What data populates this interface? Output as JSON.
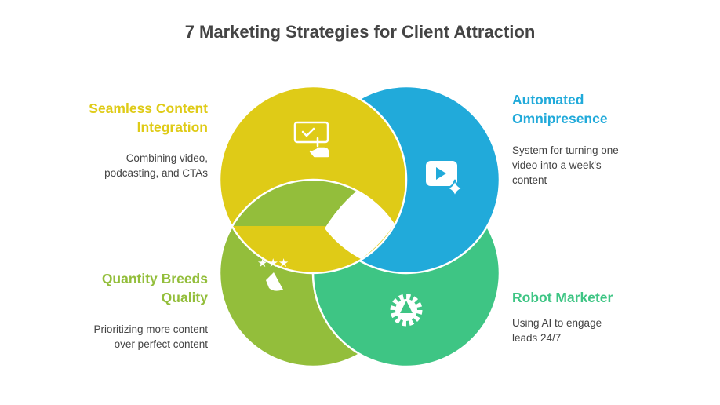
{
  "title": "7 Marketing Strategies for Client Attraction",
  "colors": {
    "yellow": "#DFCB17",
    "blue": "#21AADA",
    "olive": "#93BE3B",
    "green": "#3EC584"
  },
  "items": [
    {
      "title": "Seamless Content Integration",
      "desc": "Combining video, podcasting, and CTAs",
      "icon": "touch-screen-check-icon"
    },
    {
      "title": "Automated Omnipresence",
      "desc": "System for turning one video into a week's content",
      "icon": "video-sparkle-icon"
    },
    {
      "title": "Quantity Breeds Quality",
      "desc": "Prioritizing more content over perfect content",
      "icon": "stars-party-icon"
    },
    {
      "title": "Robot Marketer",
      "desc": "Using AI to engage leads 24/7",
      "icon": "gear-bell-icon"
    }
  ]
}
